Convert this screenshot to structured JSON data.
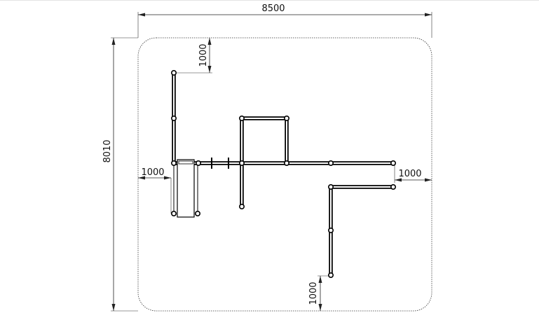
{
  "drawing": {
    "dim_top": "8500",
    "dim_left": "8010",
    "dim_top_offset": "1000",
    "dim_left_offset": "1000",
    "dim_right_offset": "1000",
    "dim_bottom_offset": "1000"
  },
  "colors": {
    "line": "#000000",
    "background": "#ffffff"
  }
}
